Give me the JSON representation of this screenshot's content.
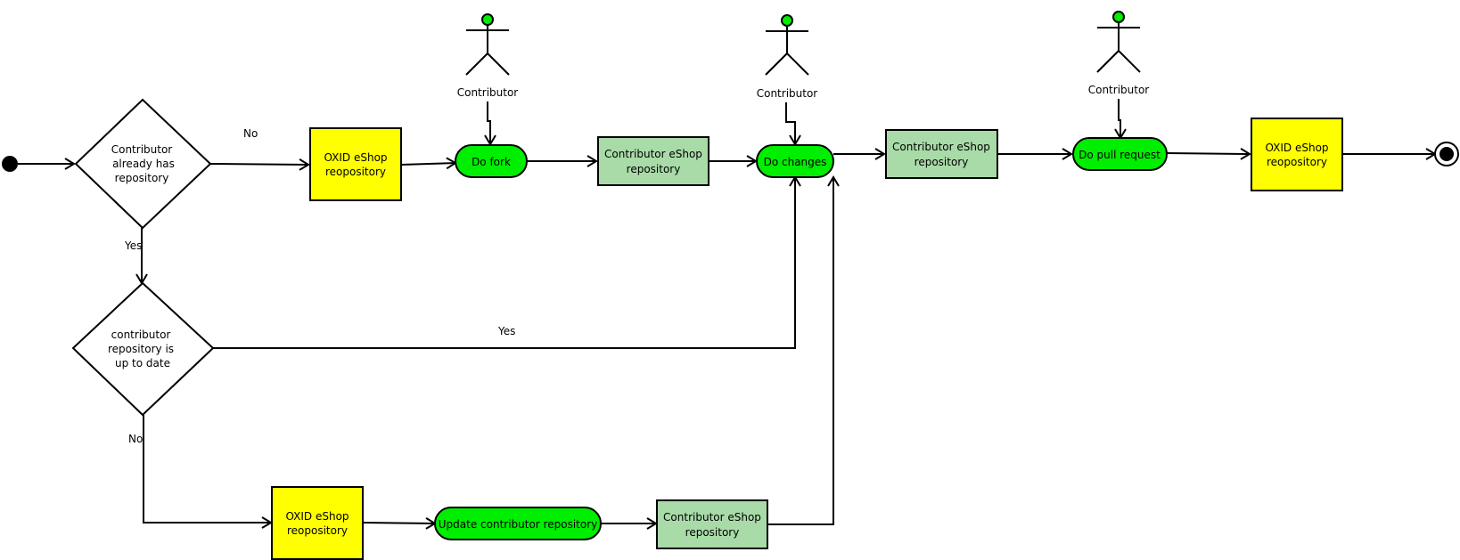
{
  "colors": {
    "artifact_yellow": "#ffff00",
    "artifact_green": "#a8dba8",
    "activity_green": "#00ee00",
    "actor_head": "#00ee00",
    "line": "#000000"
  },
  "decisions": {
    "d1": [
      "Contributor",
      "already has",
      "repository"
    ],
    "d2": [
      "contributor",
      "repository is",
      "up to date"
    ]
  },
  "artifacts": {
    "oxid1": [
      "OXID eShop",
      "reopository"
    ],
    "contrib1": [
      "Contributor eShop",
      "repository"
    ],
    "contrib2": [
      "Contributor eShop",
      "repository"
    ],
    "oxid2": [
      "OXID eShop",
      "reopository"
    ],
    "oxid3": [
      "OXID eShop",
      "reopository"
    ],
    "contrib3": [
      "Contributor eShop",
      "repository"
    ]
  },
  "activities": {
    "fork": "Do fork",
    "changes": "Do changes",
    "pull": "Do pull request",
    "update": "Update contributor repository"
  },
  "actors": {
    "a1": "Contributor",
    "a2": "Contributor",
    "a3": "Contributor"
  },
  "edge_labels": {
    "d1_no": "No",
    "d1_yes": "Yes",
    "d2_yes": "Yes",
    "d2_no": "No"
  }
}
